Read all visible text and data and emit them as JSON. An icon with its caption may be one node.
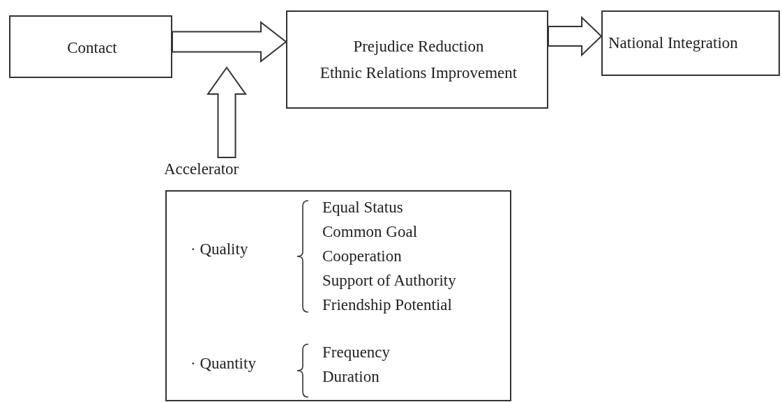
{
  "diagram": {
    "nodes": [
      {
        "text": [
          "Contact"
        ]
      },
      {
        "text": [
          "Prejudice Reduction",
          "Ethnic Relations Improvement"
        ]
      },
      {
        "text": [
          "National Integration"
        ]
      },
      {
        "text": [
          "Accelerator",
          "· Quality",
          "Equal Status",
          "Common Goal",
          "Cooperation",
          "Support of Authority",
          "Friendship Potential",
          "· Quantity",
          "Frequency",
          "Duration"
        ]
      }
    ],
    "edges": [
      {
        "from": 0,
        "to": 1,
        "arrow": "to"
      },
      {
        "from": 1,
        "to": 2,
        "arrow": "to"
      },
      {
        "from": 3,
        "to": null,
        "arrow": "to"
      }
    ]
  }
}
